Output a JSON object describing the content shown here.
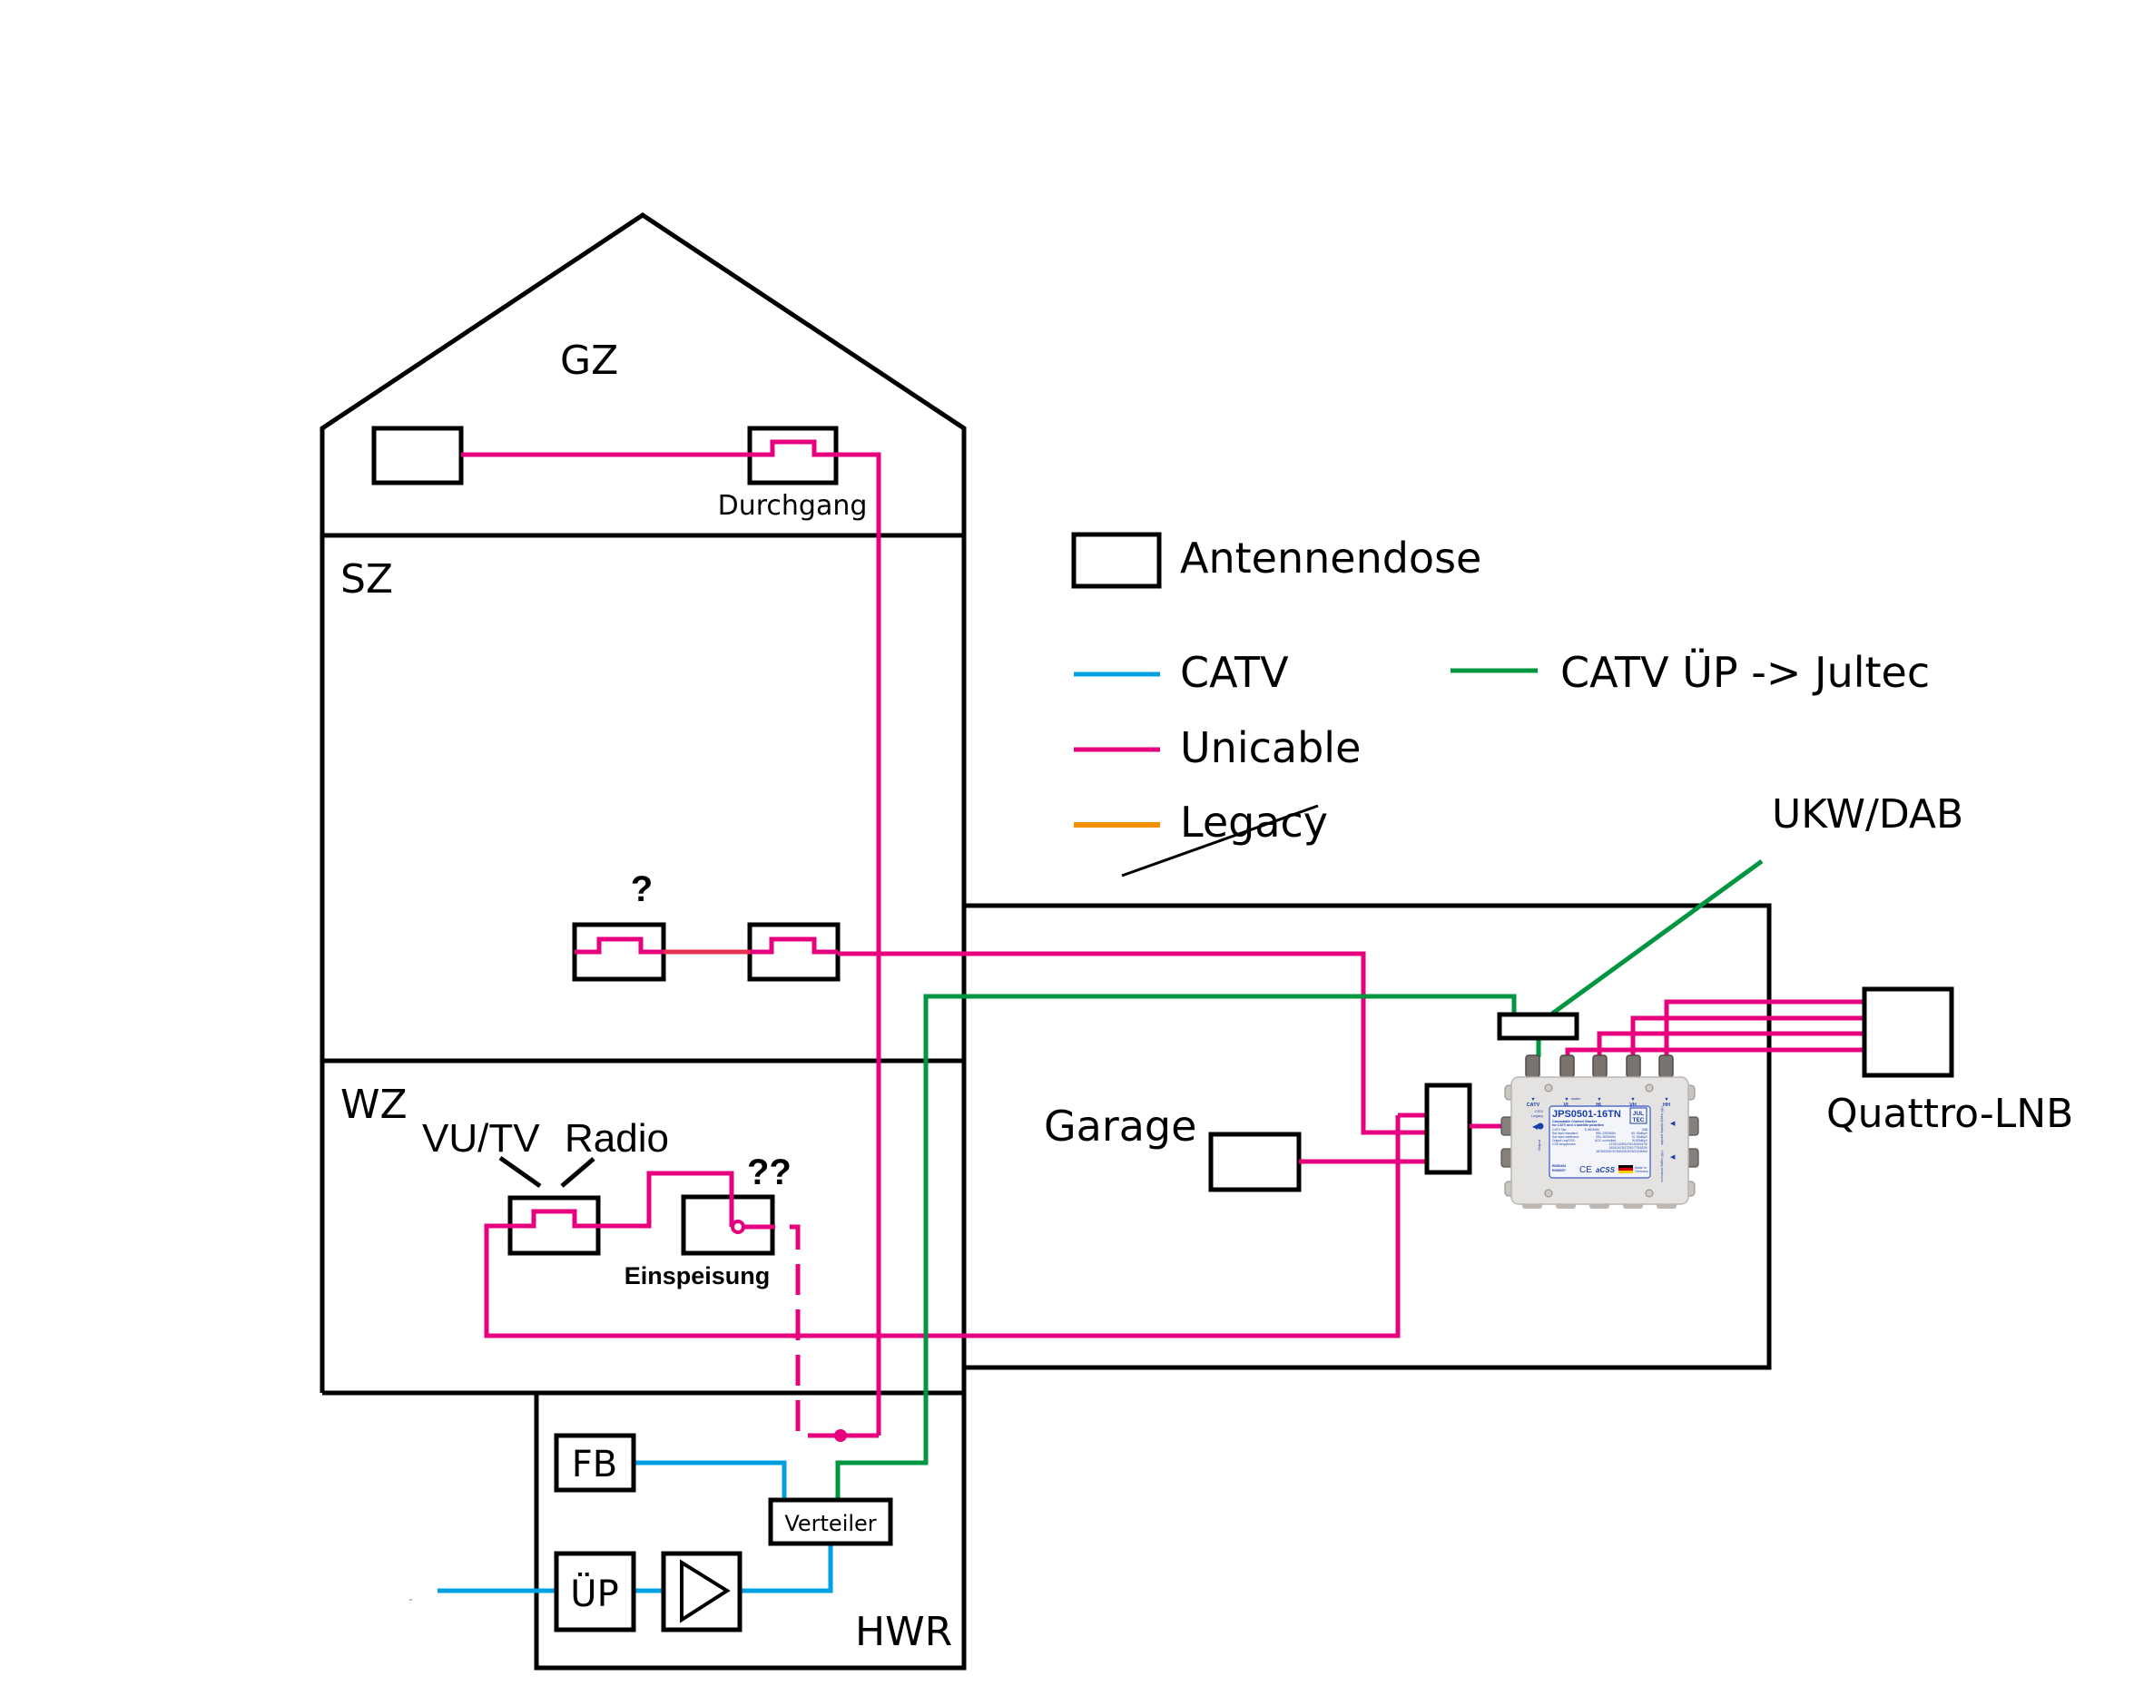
{
  "rooms": {
    "gz": "GZ",
    "sz": "SZ",
    "wz": "WZ",
    "garage": "Garage",
    "hwr": "HWR"
  },
  "labels": {
    "durchgang": "Durchgang",
    "question_single": "?",
    "question_double": "??",
    "vu_tv": "VU/TV",
    "radio": "Radio",
    "einspeisung": "Einspeisung",
    "ukw_dab": "UKW/DAB",
    "quattro_lnb": "Quattro-LNB"
  },
  "hwr_devices": {
    "fb": "FB",
    "uep": "ÜP",
    "verteiler": "Verteiler",
    "amplifier_icon": "amplifier-triangle-icon"
  },
  "legend": {
    "antennendose": "Antennendose",
    "items": [
      {
        "label": "CATV",
        "color": "#00a0e3"
      },
      {
        "label": "Unicable",
        "color": "#e6007e"
      },
      {
        "label": "Legacy",
        "color": "#f39200",
        "struck_through": true
      },
      {
        "label": "CATV ÜP -> Jultec",
        "color": "#009640"
      }
    ]
  },
  "colors": {
    "catv": "#00a0e3",
    "unicable": "#e6007e",
    "legacy": "#f39200",
    "catv_uep_jultec": "#009640",
    "outline": "#000000"
  },
  "jultec_device": {
    "model": "JPS0501-16TN",
    "brand_line1": "JUL",
    "brand_line2": "TEC",
    "subtitle1": "Cascadable Channel Stacker",
    "subtitle2": "for CATV and 4 satellite polarities",
    "ports_top": [
      "CATV",
      "VL",
      "HL",
      "VH",
      "HH"
    ],
    "port_awake": "awake",
    "left_label1": "CSS/",
    "left_label2": "Legacy",
    "left_label3": "Output",
    "right_label1": "+18V supply standby possible",
    "right_label2": "+18V supply continuous",
    "specs": [
      {
        "k": "CATV Tap:",
        "v1": "5..862MHz",
        "v2": "-3dB"
      },
      {
        "k": "Sat input standard:",
        "v1": "950..2200MHz",
        "v2": "60..90dBµV"
      },
      {
        "k": "Sat input wideband:",
        "v1": "290..3000MHz",
        "v2": "70..90dBµV"
      },
      {
        "k": "Output Leg/CSS:",
        "v1": "AGC controlled",
        "v2": "91/93dBµV"
      }
    ],
    "css_label": "CSS frequencies:",
    "css_freq1": "1375/1425/1475/1525/1575/",
    "css_freq2": "1625/1675/1725/1775/1825/",
    "css_freq3": "1875/1925/1975/2025/2075/2125MHz",
    "norm1": "EN50494",
    "norm2": "EN50607",
    "ce": "CE",
    "acss": "aCSS",
    "made1": "Made in",
    "made2": "Germany"
  }
}
